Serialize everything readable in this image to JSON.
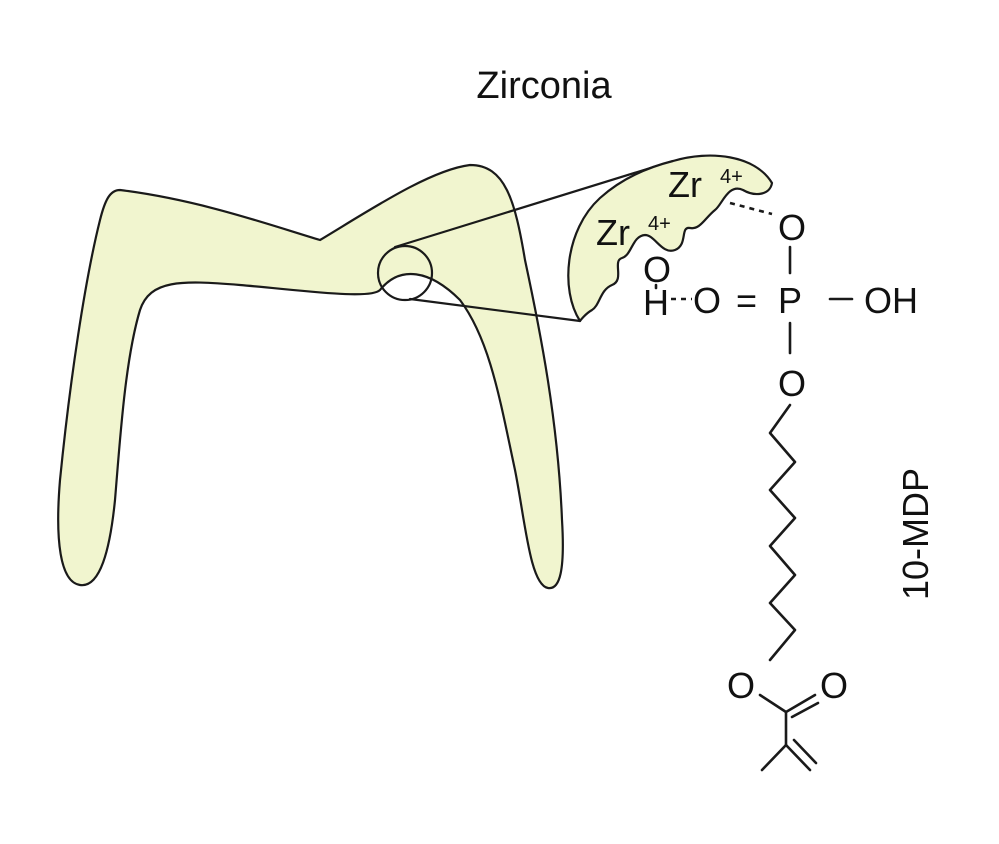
{
  "title": "Zirconia",
  "molecule_label": "10-MDP",
  "atoms": {
    "zr_top": "Zr",
    "zr_top_charge": "4+",
    "zr_left": "Zr",
    "zr_left_charge": "4+",
    "o_surface": "O",
    "h_surface": "H",
    "o_double": "O",
    "equals": "=",
    "phosphorus": "P",
    "oh_right": "OH",
    "o_top": "O",
    "o_bottom": "O",
    "o_ester": "O",
    "o_carbonyl": "O"
  },
  "colors": {
    "zirconia_fill": "#f1f5cf",
    "outline": "#1a1a1a"
  }
}
